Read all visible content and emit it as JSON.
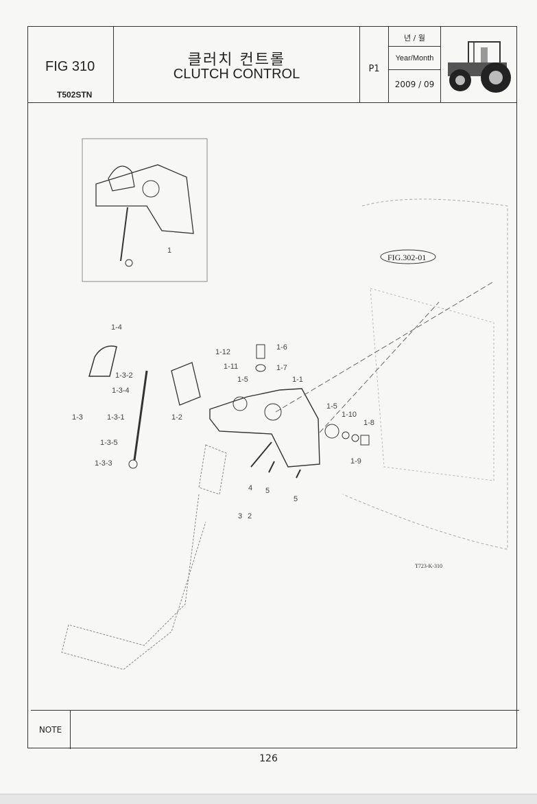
{
  "header": {
    "fig_number": "FIG 310",
    "model": "T502STN",
    "title_korean": "클러치 컨트롤",
    "title_english": "CLUTCH CONTROL",
    "page": "P1",
    "year_month_korean": "년 / 월",
    "year_month_label": "Year/Month",
    "date": "2009 / 09",
    "tractor_icon": "tractor-icon"
  },
  "diagram": {
    "inset_label": "1",
    "figure_ref": "FIG.302-01",
    "drawing_code": "T723-K-310",
    "callouts": {
      "c1_4": "1-4",
      "c1_12": "1-12",
      "c1_6": "1-6",
      "c1_11": "1-11",
      "c1_7": "1-7",
      "c1_3_2": "1-3-2",
      "c1_5a": "1-5",
      "c1_1": "1-1",
      "c1_3_4": "1-3-4",
      "c1_3": "1-3",
      "c1_3_1": "1-3-1",
      "c1_2": "1-2",
      "c1_5b": "1-5",
      "c1_10": "1-10",
      "c1_8": "1-8",
      "c1_3_5": "1-3-5",
      "c1_9": "1-9",
      "c1_3_3": "1-3-3",
      "c4": "4",
      "c5a": "5",
      "c5b": "5",
      "c3": "3",
      "c2": "2"
    }
  },
  "footer": {
    "note_label": "NOTE",
    "note_text": "",
    "page_number": "126"
  },
  "colors": {
    "line": "#333333",
    "paper": "#f7f7f5"
  }
}
